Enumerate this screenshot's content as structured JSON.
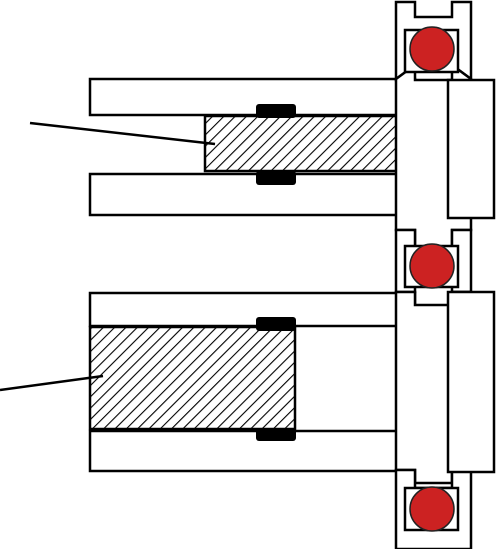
{
  "diagram": {
    "colors": {
      "background": "#ffffff",
      "outline": "#000000",
      "roller": "#cc2222",
      "seal": "#000000",
      "hatch": "#000000"
    },
    "components": {
      "plates": "plates",
      "hatched_blocks": "hatched-blocks",
      "seals": "seals",
      "rail_segments": "rail-segments",
      "guide_plates": "guide-plates",
      "rollers": "rollers",
      "leader_lines": "leader-lines"
    }
  }
}
